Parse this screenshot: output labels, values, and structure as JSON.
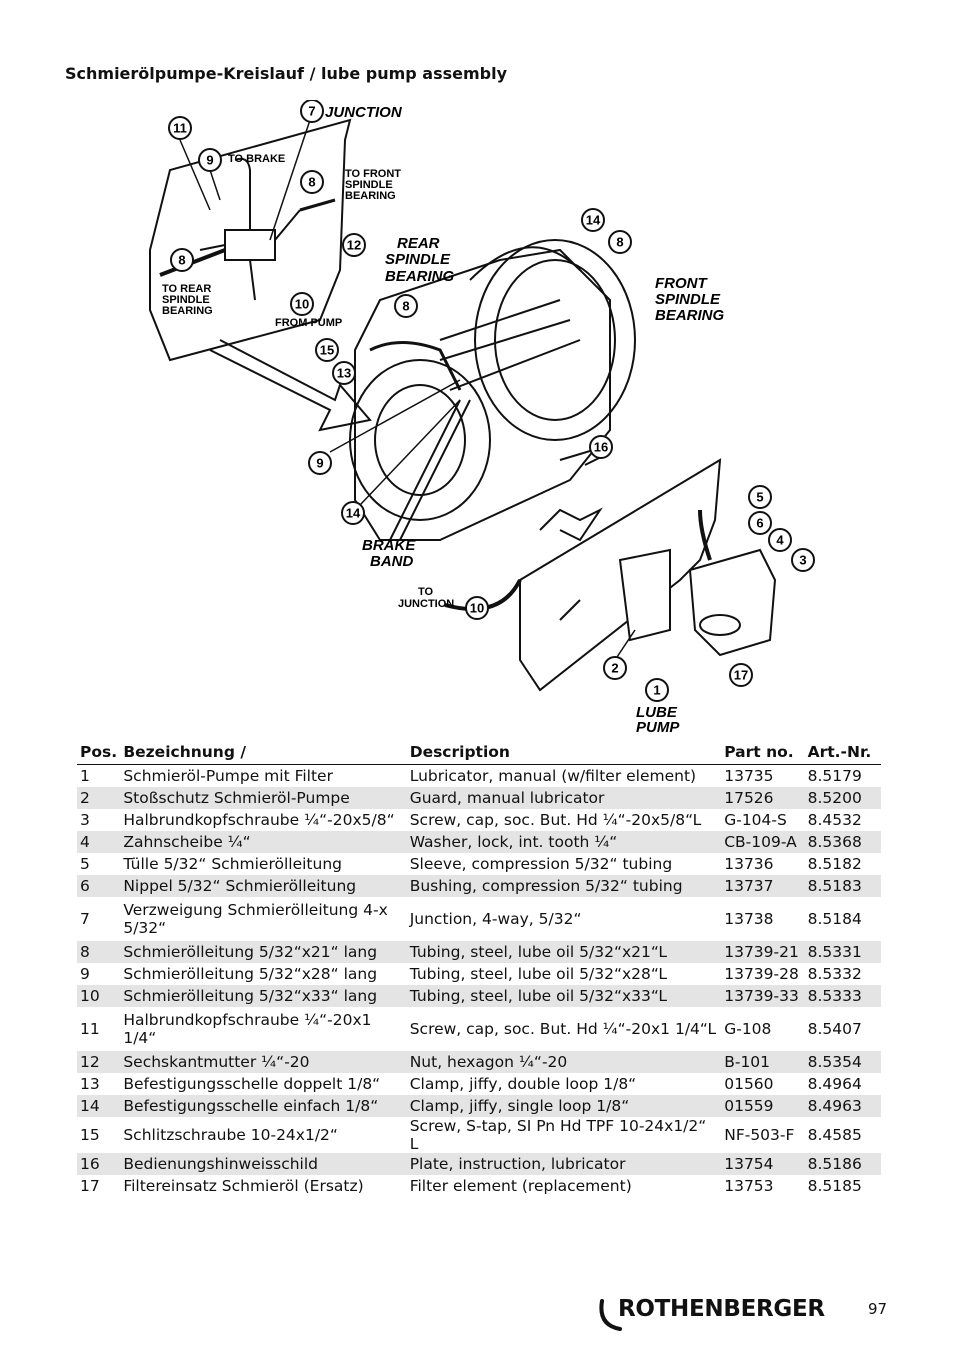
{
  "title": "Schmierölpumpe-Kreislauf / lube pump assembly",
  "diagram": {
    "callouts": [
      "11",
      "9",
      "7",
      "8",
      "12",
      "8",
      "10",
      "14",
      "8",
      "8",
      "15",
      "13",
      "9",
      "14",
      "16",
      "5",
      "6",
      "4",
      "3",
      "10",
      "2",
      "1",
      "17"
    ],
    "labels": {
      "junction": "JUNCTION",
      "to_brake": "TO BRAKE",
      "to_front_1": "TO FRONT",
      "to_front_2": "SPINDLE",
      "to_front_3": "BEARING",
      "to_rear_1": "TO REAR",
      "to_rear_2": "SPINDLE",
      "to_rear_3": "BEARING",
      "from_pump": "FROM PUMP",
      "rear_1": "REAR",
      "rear_2": "SPINDLE",
      "rear_3": "BEARING",
      "front_1": "FRONT",
      "front_2": "SPINDLE",
      "front_3": "BEARING",
      "brake_1": "BRAKE",
      "brake_2": "BAND",
      "to_junction_1": "TO",
      "to_junction_2": "JUNCTION",
      "lube_1": "LUBE",
      "lube_2": "PUMP"
    }
  },
  "table": {
    "headers": [
      "Pos.",
      "Bezeichnung /",
      "Description",
      "Part no.",
      "Art.-Nr."
    ],
    "rows": [
      [
        "1",
        "Schmieröl-Pumpe mit Filter",
        "Lubricator, manual (w/filter element)",
        "13735",
        "8.5179"
      ],
      [
        "2",
        "Stoßschutz Schmieröl-Pumpe",
        "Guard, manual lubricator",
        "17526",
        "8.5200"
      ],
      [
        "3",
        "Halbrundkopfschraube ¼“-20x5/8“",
        "Screw, cap, soc. But. Hd ¼“-20x5/8“L",
        "G-104-S",
        "8.4532"
      ],
      [
        "4",
        "Zahnscheibe ¼“",
        "Washer, lock, int. tooth ¼“",
        "CB-109-A",
        "8.5368"
      ],
      [
        "5",
        "Tülle 5/32“ Schmierölleitung",
        "Sleeve, compression 5/32“ tubing",
        "13736",
        "8.5182"
      ],
      [
        "6",
        "Nippel 5/32“ Schmierölleitung",
        "Bushing, compression 5/32“ tubing",
        "13737",
        "8.5183"
      ],
      [
        "7",
        "Verzweigung Schmierölleitung 4-x 5/32“",
        "Junction, 4-way, 5/32“",
        "13738",
        "8.5184"
      ],
      [
        "8",
        "Schmierölleitung 5/32“x21“ lang",
        "Tubing, steel, lube oil 5/32“x21“L",
        "13739-21",
        "8.5331"
      ],
      [
        "9",
        "Schmierölleitung 5/32“x28“ lang",
        "Tubing, steel, lube oil 5/32“x28“L",
        "13739-28",
        "8.5332"
      ],
      [
        "10",
        "Schmierölleitung 5/32“x33“ lang",
        "Tubing, steel, lube oil 5/32“x33“L",
        "13739-33",
        "8.5333"
      ],
      [
        "11",
        "Halbrundkopfschraube ¼“-20x1 1/4“",
        "Screw, cap, soc. But. Hd ¼“-20x1 1/4“L",
        "G-108",
        "8.5407"
      ],
      [
        "12",
        "Sechskantmutter ¼“-20",
        "Nut, hexagon ¼“-20",
        "B-101",
        "8.5354"
      ],
      [
        "13",
        "Befestigungsschelle doppelt 1/8“",
        "Clamp, jiffy, double loop 1/8“",
        "01560",
        "8.4964"
      ],
      [
        "14",
        "Befestigungsschelle einfach 1/8“",
        "Clamp, jiffy, single loop 1/8“",
        "01559",
        "8.4963"
      ],
      [
        "15",
        "Schlitzschraube 10-24x1/2“",
        "Screw, S-tap, SI Pn Hd TPF 10-24x1/2“ L",
        "NF-503-F",
        "8.4585"
      ],
      [
        "16",
        "Bedienungshinweisschild",
        "Plate, instruction, lubricator",
        "13754",
        "8.5186"
      ],
      [
        "17",
        "Filtereinsatz Schmieröl (Ersatz)",
        "Filter element (replacement)",
        "13753",
        "8.5185"
      ]
    ]
  },
  "footer": {
    "brand": "ROTHENBERGER",
    "page": "97"
  }
}
